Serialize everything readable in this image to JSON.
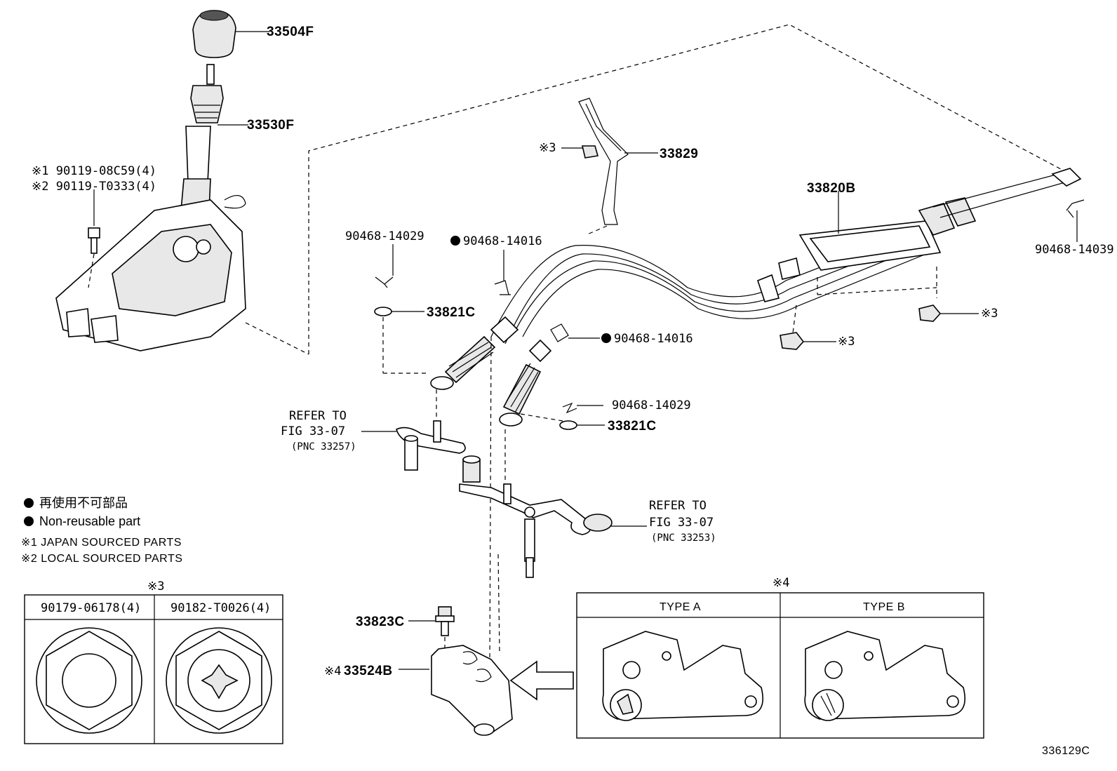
{
  "parts": {
    "knob": "33504F",
    "boot": "33530F",
    "bolt_japan": "※1 90119-08C59(4)",
    "bolt_local": "※2 90119-T0333(4)",
    "retainer": "33829",
    "retainer_nut_mark": "※3",
    "cable_assy": "33820B",
    "clip_right": "90468-14039",
    "clip_top_left": "90468-14029",
    "clip_top_mid": "90468-14016",
    "clip_lower_mid": "90468-14016",
    "clip_lower_right": "90468-14029",
    "washer_upper": "33821C",
    "washer_lower": "33821C",
    "nut_mark_a": "※3",
    "nut_mark_b": "※3",
    "bolt_bracket": "33823C",
    "bracket": "33524B",
    "bracket_mark": "※4"
  },
  "refs": {
    "ref_left_line1": "REFER TO",
    "ref_left_line2": "FIG 33-07",
    "ref_left_line3": "(PNC 33257)",
    "ref_right_line1": "REFER TO",
    "ref_right_line2": "FIG 33-07",
    "ref_right_line3": "(PNC 33253)"
  },
  "legend": {
    "jp_non_reusable": "再使用不可部品",
    "non_reusable": "Non-reusable part",
    "note1": "※1 JAPAN SOURCED PARTS",
    "note2": "※2 LOCAL SOURCED PARTS"
  },
  "table3": {
    "mark": "※3",
    "col1": "90179-06178(4)",
    "col2": "90182-T0026(4)"
  },
  "table4": {
    "mark": "※4",
    "col1": "TYPE A",
    "col2": "TYPE B"
  },
  "figure_id": "336129C"
}
